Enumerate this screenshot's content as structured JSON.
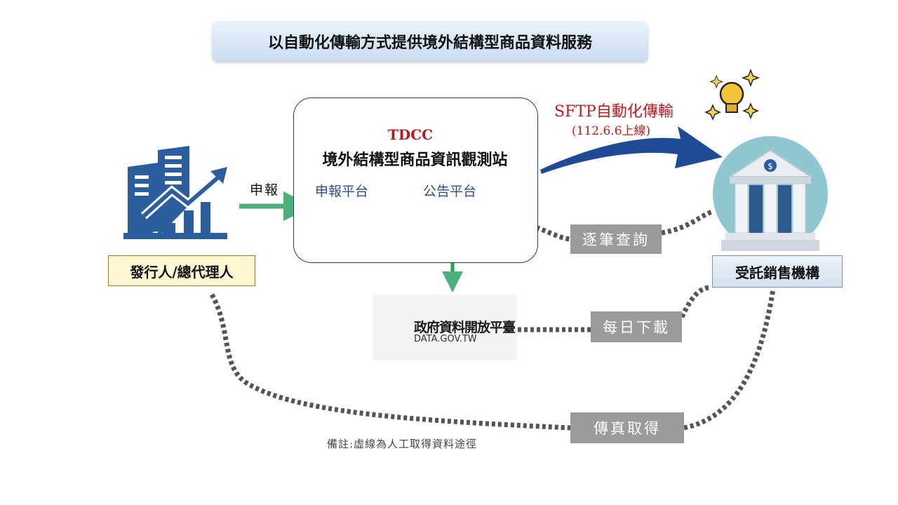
{
  "title": "以自動化傳輸方式提供境外結構型商品資料服務",
  "platform": {
    "logo_text": "TDCC",
    "name": "境外結構型商品資訊觀測站",
    "report_platform": "申報平台",
    "notice_platform": "公告平台"
  },
  "issuer": {
    "label": "發行人/總代理人",
    "report_action": "申報"
  },
  "distributor": {
    "label": "受託銷售機構"
  },
  "sftp": {
    "title": "SFTP自動化傳輸",
    "date": "(112.6.6上線)"
  },
  "gov_data": {
    "name": "政府資料開放平臺",
    "url": "DATA.GOV.TW"
  },
  "manual_paths": {
    "query": "逐筆查詢",
    "daily_download": "每日下載",
    "fax": "傳真取得"
  },
  "note": "備註:虛線為人工取得資料途徑",
  "colors": {
    "green_arrow": "#4cb07a",
    "blue_arrow": "#1f4a96",
    "dotted_line": "#555555",
    "sftp_red": "#c8161d",
    "issuer_icon": "#2a5e9e",
    "bank_circle": "#8ec7cf"
  },
  "icons": [
    "building-chart-icon",
    "office-building-icon",
    "user-icon",
    "bank-icon",
    "lightbulb-icon",
    "tdcc-logo-icon",
    "data-gov-logo-icon"
  ]
}
